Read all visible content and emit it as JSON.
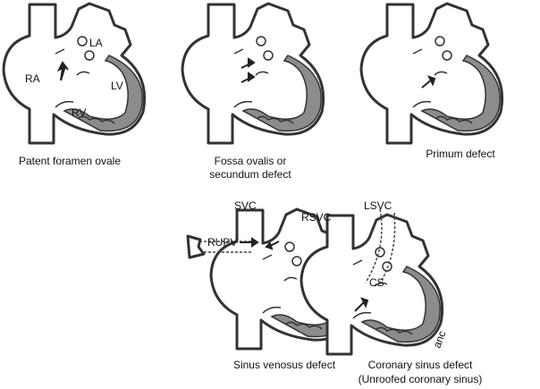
{
  "panels": [
    {
      "caption": [
        "Patent foramen ovale"
      ],
      "labels": {
        "la": "LA",
        "ra": "RA",
        "lv": "LV",
        "rv": "RV"
      }
    },
    {
      "caption": [
        "Fossa ovalis or",
        "secundum defect"
      ]
    },
    {
      "caption": [
        "Primum defect"
      ]
    },
    {
      "caption": [
        "Sinus venosus defect"
      ],
      "labels": {
        "svc": "SVC",
        "rupv": "RUPV"
      }
    },
    {
      "caption": [
        "Coronary sinus defect",
        "(Unroofed coronary sinus)"
      ],
      "labels": {
        "rsvc": "RSVC",
        "lsvc": "LSVC",
        "cs": "CS"
      },
      "signature": "anc"
    }
  ],
  "colors": {
    "outline": "#333333",
    "muscle": "#8c8c8c"
  }
}
